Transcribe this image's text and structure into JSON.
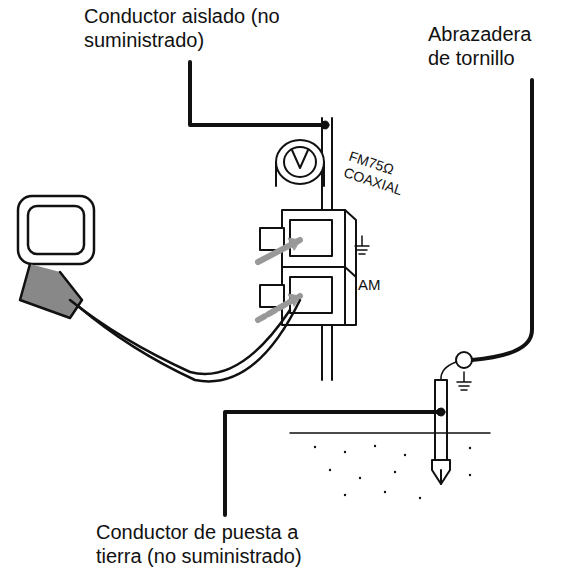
{
  "diagram": {
    "labels": [
      "Conductor aislado (no suministrado)",
      "Abrazadera de tornillo",
      "FM75Ω COAXIAL",
      "AM",
      "Conductor de puesta a tierra (no suministrado)"
    ]
  }
}
